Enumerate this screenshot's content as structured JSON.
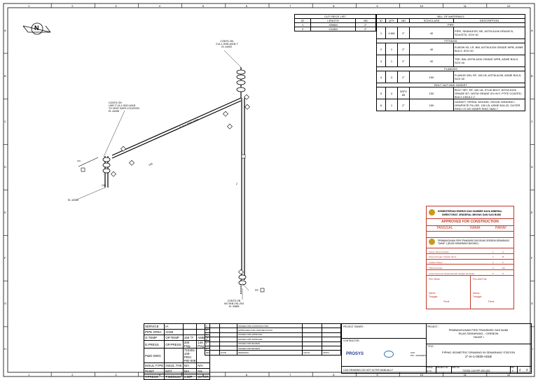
{
  "grid": {
    "cols": [
      "1",
      "2",
      "3",
      "4",
      "5",
      "6",
      "7",
      "8",
      "9",
      "10",
      "11",
      "12"
    ],
    "rows": [
      "A",
      "B",
      "C",
      "D",
      "E",
      "F",
      "G",
      "H"
    ]
  },
  "north": "N",
  "iso": {
    "conts_top": "CONTD ON",
    "conts_top_line": "2-IA-1-0030-A01B-T",
    "conts_top_el": "EL 44492",
    "conts_left": "CONTD ON",
    "conts_left_line": "LINE 2\"-IA-1-0010-A01B",
    "conts_left_sub": "TO VENT SAFE LOCATION",
    "conts_left_el": "EL 44408",
    "line_label": "2\"-IA-1-0030-A01B",
    "dim_a": "100",
    "dim_b": "100",
    "el_left": "EL 44356",
    "vert_dim": "2",
    "conts_bot": "CONTD ON",
    "conts_bot_line": "NG SKB-VSL-004",
    "conts_bot_el": "EL 43565",
    "tag_side": "FR"
  },
  "cut_list": {
    "title": "CUT PIECE LIST",
    "headers": [
      "ID",
      "LENGTH",
      "ND"
    ],
    "rows": [
      [
        "1",
        "3396M",
        "2\""
      ],
      [
        "2",
        "2418M",
        "2\""
      ]
    ]
  },
  "bom": {
    "title": "BILL OF MATERIALS",
    "headers": [
      "ID",
      "QTY",
      "ND",
      "SCH/CLASS",
      "DESCRIPTION"
    ],
    "sections": [
      {
        "name": "PIPE",
        "rows": [
          [
            "1",
            "0.6M",
            "2\"",
            "40",
            "PIPE, SEAMLESS, BE, ASTM A106 GRADE B, SCH/STD, SCH 40"
          ]
        ]
      },
      {
        "name": "FITTINGS",
        "rows": [
          [
            "2",
            "1",
            "2\"",
            "40",
            "ELBOW 90, LR, BW, ASTM A234 GRADE WPB, ASME B16.9, SCH 40"
          ],
          [
            "3",
            "1",
            "2\"",
            "40",
            "TEE, BW, ASTM A234 GRADE WPB, ASME B16.9, SCH 40"
          ]
        ]
      },
      {
        "name": "FLANGES",
        "rows": [
          [
            "4",
            "3",
            "2\"",
            "150",
            "FLANGE WN, RF, 150 LB, ASTM A105, ASME B16.5, SCH 40"
          ]
        ]
      },
      {
        "name": "BOLT, NUT AND GASKET",
        "rows": [
          [
            "5",
            "4",
            "5/8\"X 85",
            "150",
            "BOLT SET, RF, 150 LB, STUD BOLT, ASTM A193 GRADE B7 / ASTM GRADE 2H HVY, PTFE COATED, B18.2.1/B18.2.2"
          ],
          [
            "6",
            "1",
            "2\"",
            "150",
            "GASKET, SPIRAL WOUND, SS316L WINDING / GRAPHITE FILLER, 150 LB, ASME B16.20, OUTER RING CS NO INNER RING 3MM-T"
          ]
        ]
      }
    ]
  },
  "approval": {
    "org1": "KEMENTERIAN ENERGI DAN SUMBER DAYA MINERAL",
    "org2": "DIREKTORAT JENDERAL MINYAK DAN GAS BUMI",
    "banner": "APPROVED FOR CONSTRUCTION",
    "cols": [
      "TANGGAL",
      "NAMA",
      "PARAF"
    ],
    "project": "PEMBANGUNAN PIPA TRANSMISI GAS BUMI CIREBON-SEMARANG TAHAP 1 (RUAS SEMARANG-BATANG)",
    "items": [
      [
        "Setuju Tanpa Catatan",
        "1",
        "A"
      ],
      [
        "Setuju Dengan Catatan Minor",
        "2",
        "B"
      ],
      [
        "Catatan Mayor",
        "3",
        "C"
      ],
      [
        "Tidak Disetujui",
        "4",
        "NA"
      ],
      [
        "Untuk Informasi (Tidak Memilih Jangka Vanzhok)",
        "5",
        "N"
      ]
    ],
    "left_name": "Fex Tahon",
    "right_name": "Fex Ahli Pak",
    "nama": "Nama :",
    "tanggal": "Tanggal :",
    "paraf": "Paraf"
  },
  "spec": {
    "rows": [
      [
        "SERVICE",
        "IA",
        "",
        ""
      ],
      [
        "PIPE SPEC",
        "A01B",
        "",
        ""
      ],
      [
        "O.TEMP",
        "OP.TEMP",
        "150 °F",
        "AMB °F"
      ],
      [
        "D.PRESS",
        "OP.PRESS",
        "200 Psig",
        "140 Psig"
      ],
      [
        "P&ID DWG",
        "",
        "722301-100-PRO-PID-008",
        ""
      ],
      [
        "INSUL.TYPE",
        "INSUL.THK",
        "N/A",
        "N/A"
      ],
      [
        "PAINT",
        "NDT",
        "N/A",
        "5%"
      ],
      [
        "T.PRESS",
        "T.MEDIUM",
        "1.50P",
        "WATER"
      ]
    ]
  },
  "rev": {
    "rows": [
      [
        "5",
        "",
        "ISSUED FOR CONSTRUCTION",
        "",
        ""
      ],
      [
        "4",
        "",
        "APPROVED FOR CONSTRUCTION",
        "",
        ""
      ],
      [
        "3",
        "",
        "ISSUED FOR APPROVAL",
        "",
        ""
      ],
      [
        "2",
        "",
        "ISSUED FOR APPROVAL",
        "",
        ""
      ],
      [
        "1",
        "",
        "ISSUED FOR REVIEW",
        "",
        ""
      ],
      [
        "0",
        "",
        "ISSUED FOR REVIEW",
        "",
        ""
      ],
      [
        "REV",
        "DATE",
        "REMARKS",
        "CHK'D",
        "APP'D"
      ]
    ]
  },
  "title_block": {
    "owner_label": "PROJECT OWNER :",
    "contractor_label": "CONTRACTOR :",
    "prosys": "PROSYS",
    "project_label": "PROJECT :",
    "project1": "PEMBANGUNAN PIPA TRANSMISI GAS BUMI",
    "project2": "RUAS SEMARANG - CIREBON",
    "project3": "TAHAP I",
    "title_label": "TITLE :",
    "title": "PIPING ISOMETRIC DRAWING IN SEMARANG STATION",
    "line_no": "2\"-IA-1-0030-A01B",
    "scale_label": "SCALE",
    "scale": "N.T.S",
    "proj_no_label": "PROJECT NO",
    "dwg_no_label": "DWG NO",
    "dwg_no": "722301-100-PIP-ISO-001",
    "rev_label": "REV",
    "rev": "0",
    "sheet": "2",
    "of": "2",
    "cad_note": "CAD DRAWING DO NOT ALTER MANUALLY",
    "aprc": "PPI - 201900000",
    "aprc_label": "KSO"
  }
}
